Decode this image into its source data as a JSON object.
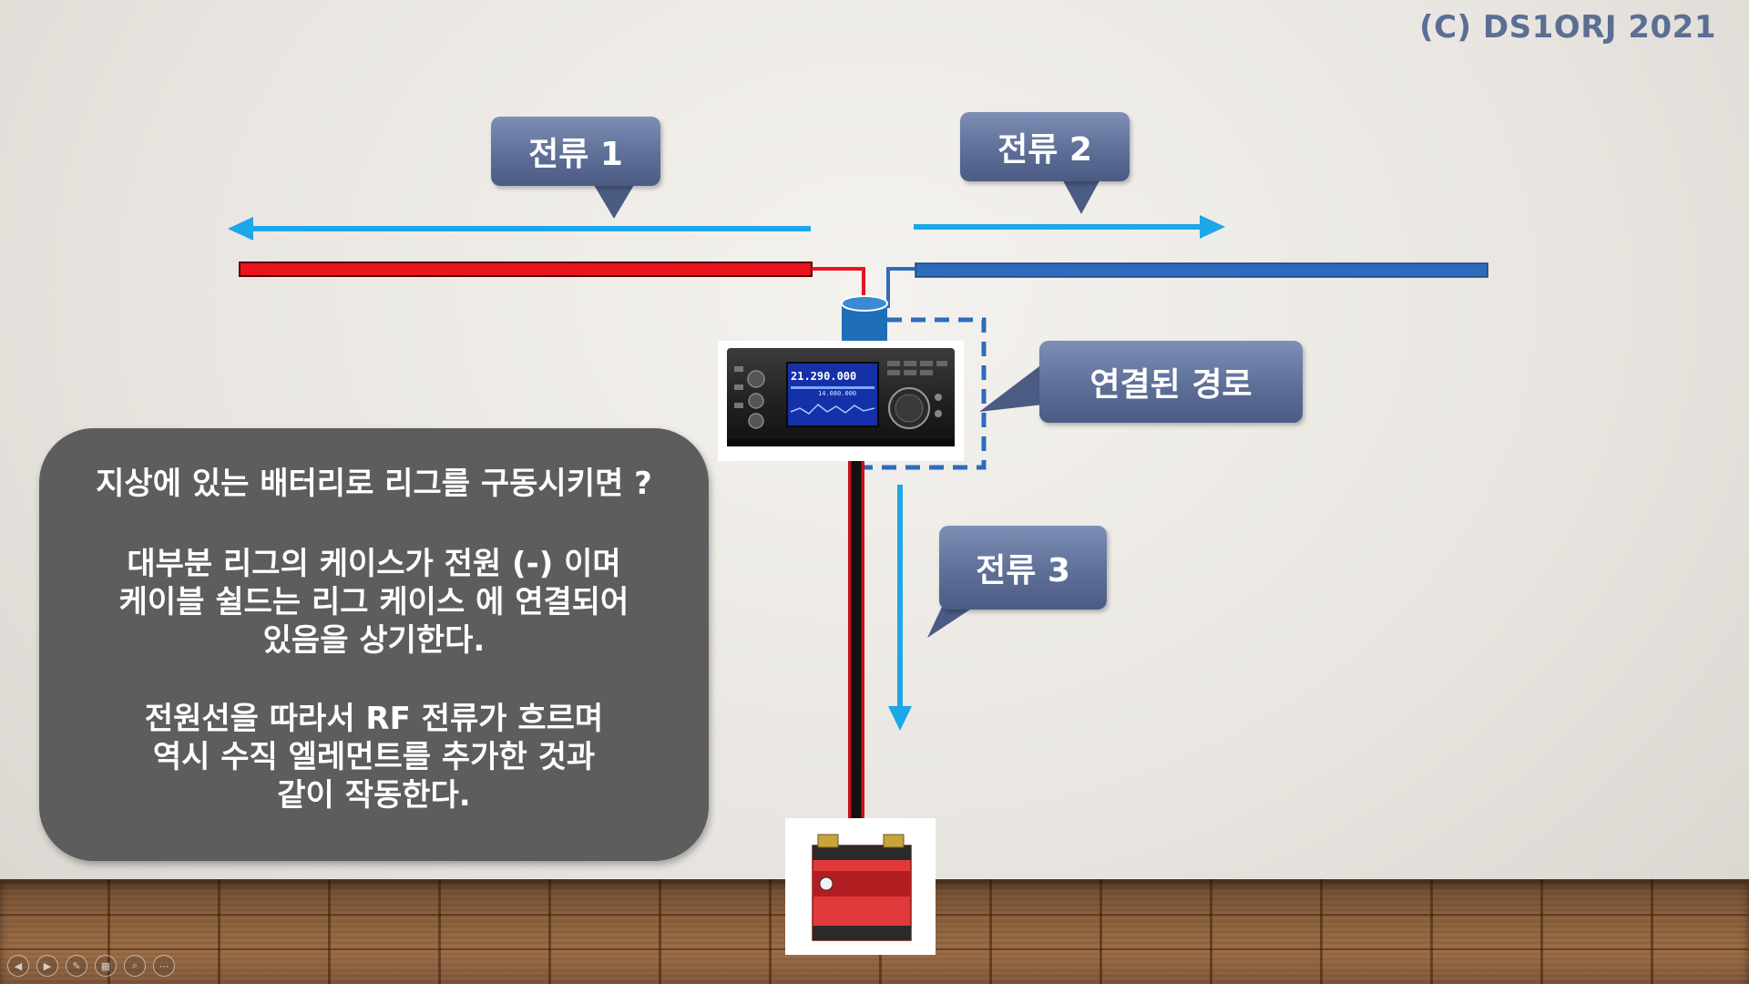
{
  "copyright": "(C) DS1ORJ   2021",
  "callouts": {
    "current1": "전류 1",
    "current2": "전류 2",
    "current3": "전류 3",
    "connected_path": "연결된 경로"
  },
  "radio": {
    "frequency_main": "21.290.000",
    "frequency_sub": "14.080.000"
  },
  "textbox": {
    "question": "지상에 있는 배터리로 리그를 구동시키면 ?",
    "para1_line1": "대부분 리그의  케이스가  전원 (-) 이며",
    "para1_line2": "케이블 쉴드는 리그 케이스 에 연결되어",
    "para1_line3": "있음을 상기한다.",
    "para2_line1": "전원선을 따라서 RF 전류가 흐르며",
    "para2_line2": "역시 수직 엘레먼트를  추가한 것과",
    "para2_line3": "같이 작동한다."
  },
  "colors": {
    "current_arrow": "#1ea7e8",
    "left_element": "#e8141e",
    "right_element": "#2e6bbd",
    "callout": "#5e6f98",
    "textbox": "#5d5d5d"
  },
  "icons": [
    "coax-connector-icon",
    "battery-icon",
    "transceiver-icon"
  ]
}
